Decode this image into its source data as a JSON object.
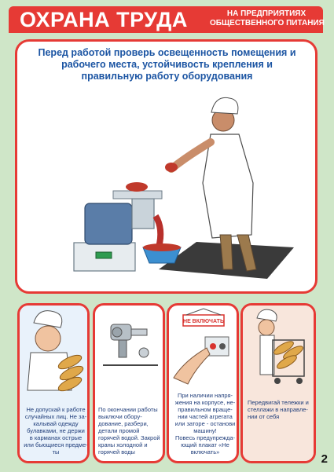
{
  "header": {
    "title": "ОХРАНА ТРУДА",
    "subtitle_line1": "НА ПРЕДПРИЯТИЯХ",
    "subtitle_line2": "ОБЩЕСТВЕННОГО ПИТАНИЯ"
  },
  "main": {
    "caption_line1": "Перед работой проверь освещенность помещения и",
    "caption_line2": "рабочего места, устойчивость крепления и",
    "caption_line3": "правильную работу оборудования"
  },
  "panels": [
    {
      "caption_lines": [
        "Не допускай к работе",
        "случайных лиц. Не за-",
        "калывай одежду",
        "булавками, не держи",
        "в карманах острые",
        "или бьющиеся предме-",
        "ты"
      ]
    },
    {
      "caption_lines": [
        "По окончании работы",
        "выключи обору-",
        "дование, разбери,",
        "детали промой",
        "горячей водой. Закрой",
        "краны холодной и",
        "горячей воды"
      ]
    },
    {
      "sign_text": "НЕ ВКЛЮЧАТЬ",
      "caption_lines": [
        "При наличии напря-",
        "жения на корпусе, не-",
        "правильном враще-",
        "нии частей агрегата",
        "или заторе - останови",
        "машину!",
        "Повесь предупрежда-",
        "ющий плакат «Не",
        "включать»"
      ]
    },
    {
      "caption_lines": [
        "Передвигай тележки и",
        "стеллажи в направле-",
        "нии от себя"
      ]
    }
  ],
  "page_number": "2",
  "colors": {
    "background": "#cfe6c8",
    "accent_red": "#e63a35",
    "caption_blue": "#1c55a3"
  }
}
